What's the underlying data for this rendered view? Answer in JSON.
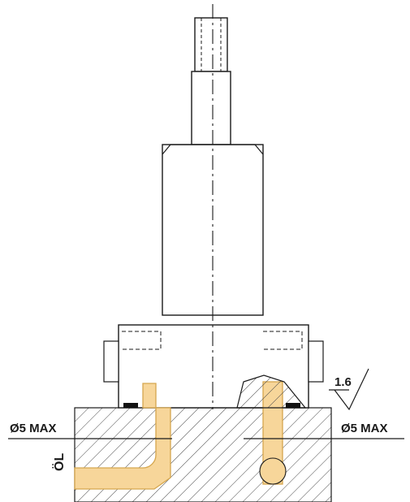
{
  "annotations": {
    "left_port_diameter": "Ø5 MAX",
    "right_port_diameter": "Ø5 MAX",
    "surface_roughness": "1.6",
    "oil_label": "ÖL"
  },
  "colors": {
    "line": "#1a1a1a",
    "hatch": "#4a4a4a",
    "oil_fill": "#f7d69a",
    "oil_stroke": "#d5a64d",
    "background": "#ffffff"
  }
}
